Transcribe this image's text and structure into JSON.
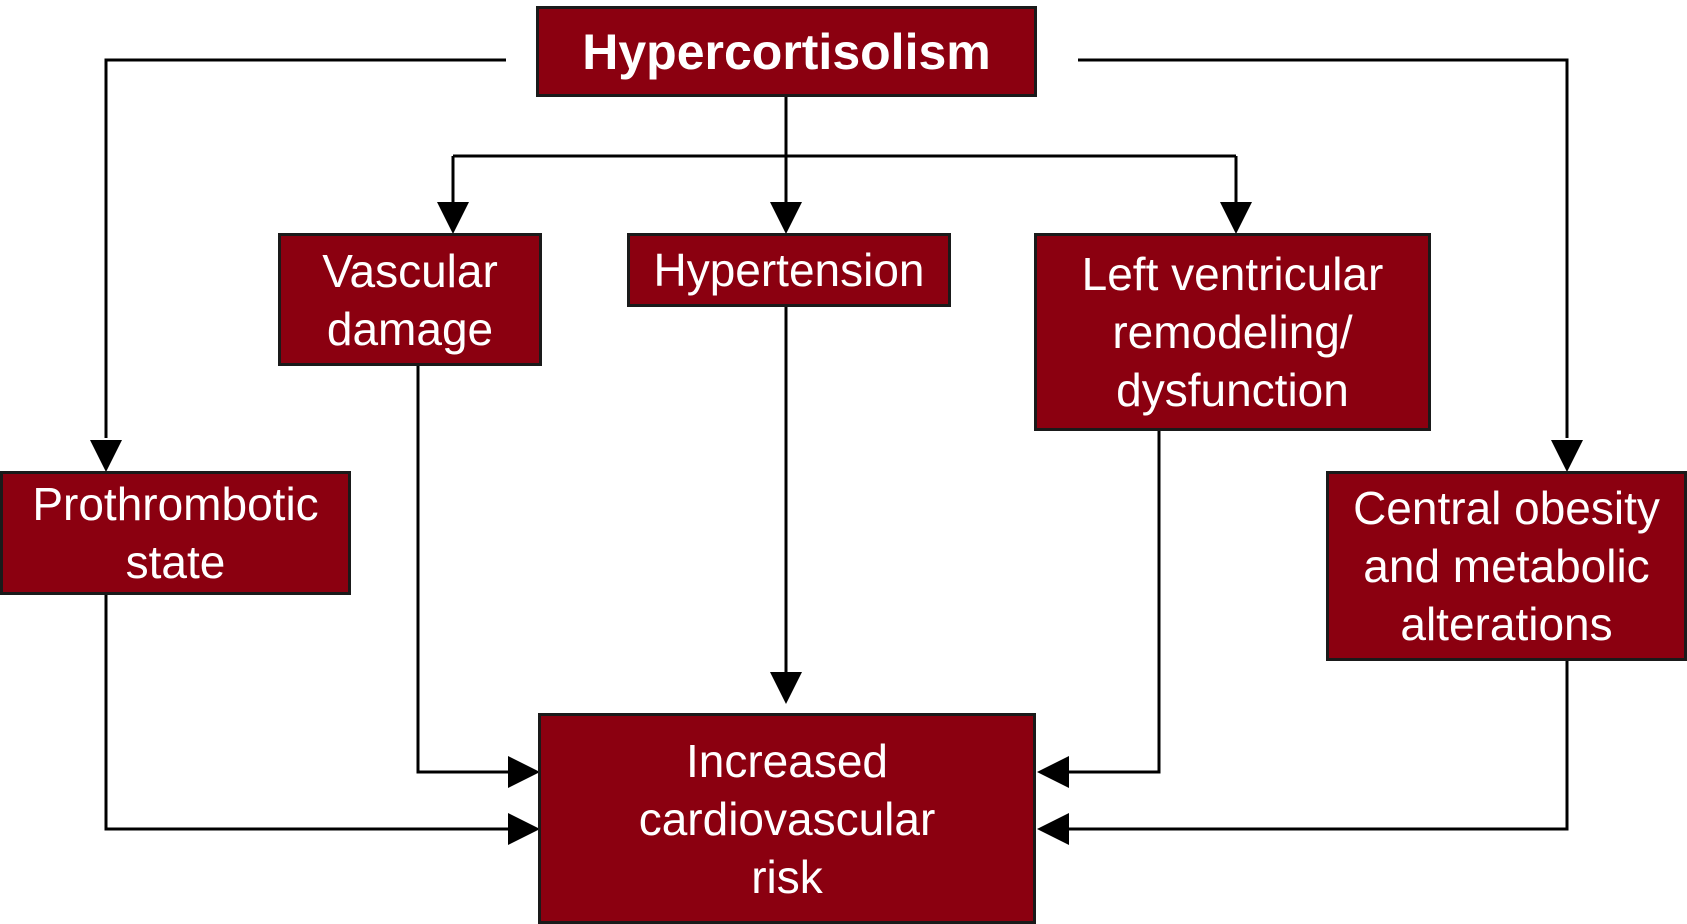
{
  "diagram": {
    "nodes": {
      "top": "Hypercortisolism",
      "vascular": "Vascular\ndamage",
      "hypertension": "Hypertension",
      "lv": "Left ventricular\nremodeling/\ndysfunction",
      "prothrombotic": "Prothrombotic\nstate",
      "obesity": "Central obesity\nand metabolic\nalterations",
      "risk": "Increased\ncardiovascular\nrisk"
    },
    "colors": {
      "box_fill": "#8b0010",
      "box_border": "#1a1a1a",
      "arrow": "#000000",
      "text": "#ffffff"
    }
  }
}
